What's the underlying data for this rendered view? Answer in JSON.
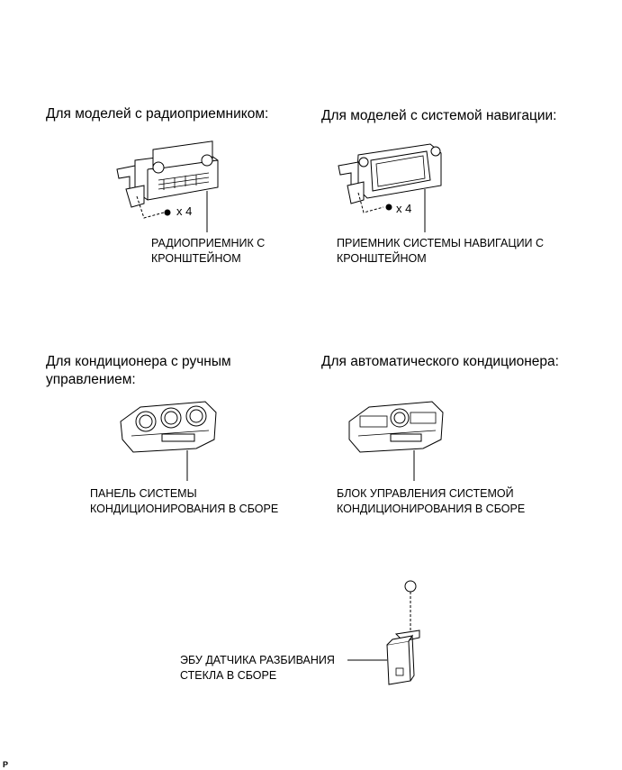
{
  "sections": {
    "radio": {
      "heading": "Для моделей с радиоприемником:",
      "qty": "x 4",
      "caption_line1": "РАДИОПРИЕМНИК С",
      "caption_line2": "КРОНШТЕЙНОМ"
    },
    "navigation": {
      "heading": "Для моделей с системой навигации:",
      "qty": "x 4",
      "caption_line1": "ПРИЕМНИК СИСТЕМЫ НАВИГАЦИИ С",
      "caption_line2": "КРОНШТЕЙНОМ"
    },
    "manual_ac": {
      "heading_line1": "Для кондиционера с ручным",
      "heading_line2": "управлением:",
      "caption_line1": "ПАНЕЛЬ СИСТЕМЫ",
      "caption_line2": "КОНДИЦИОНИРОВАНИЯ В СБОРЕ"
    },
    "auto_ac": {
      "heading": "Для автоматического кондиционера:",
      "caption_line1": "БЛОК УПРАВЛЕНИЯ СИСТЕМОЙ",
      "caption_line2": "КОНДИЦИОНИРОВАНИЯ В СБОРЕ"
    },
    "glass_sensor": {
      "caption_line1": "ЭБУ ДАТЧИКА РАЗБИВАНИЯ",
      "caption_line2": "СТЕКЛА В СБОРЕ"
    }
  },
  "corner_mark": "P"
}
